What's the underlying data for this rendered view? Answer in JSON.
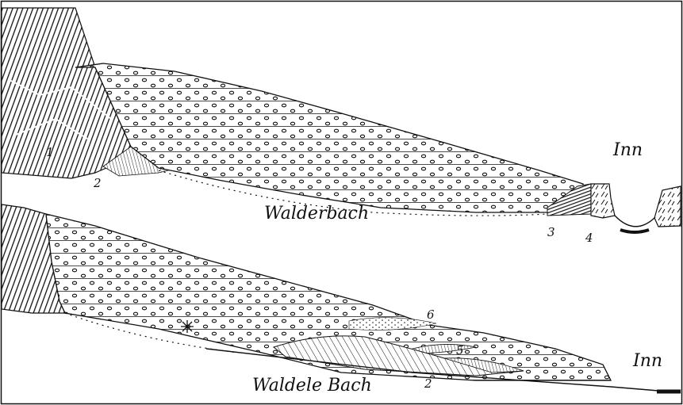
{
  "upper_section": {
    "title": "Walderbach",
    "river": "Inn",
    "labels": [
      "1",
      "2",
      "3",
      "4"
    ]
  },
  "lower_section": {
    "title": "Waldele Bach",
    "river": "Inn",
    "labels": [
      "2",
      "5",
      "6"
    ]
  },
  "colors": {
    "ink": "#111111",
    "paper": "#ffffff"
  }
}
